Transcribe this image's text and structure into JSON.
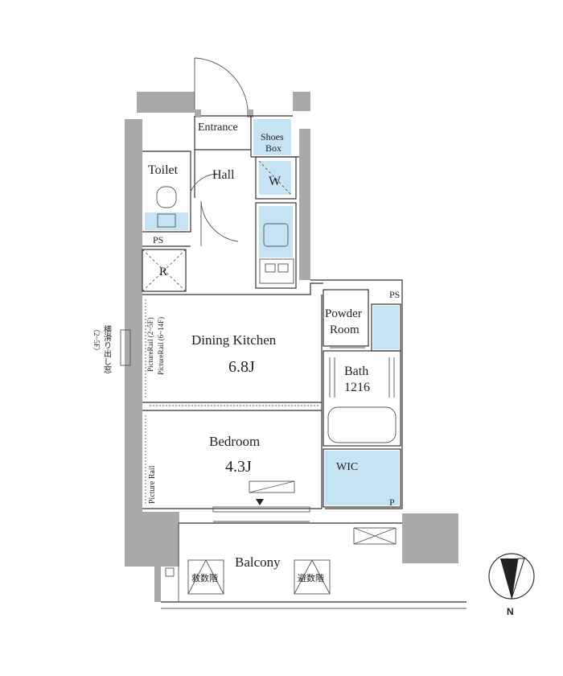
{
  "colors": {
    "wall": "#a9a9a9",
    "accent_blue": "#c5e3f3",
    "line": "#333333"
  },
  "rooms": {
    "entrance": "Entrance",
    "shoes_box_line1": "Shoes",
    "shoes_box_line2": "Box",
    "toilet": "Toilet",
    "hall": "Hall",
    "washer": "W",
    "ps_top": "PS",
    "refrigerator": "R",
    "dining_kitchen": "Dining Kitchen",
    "dining_kitchen_size": "6.8J",
    "powder_room_line1": "Powder",
    "powder_room_line2": "Room",
    "ps_right": "PS",
    "bath": "Bath",
    "bath_size": "1216",
    "bedroom": "Bedroom",
    "bedroom_size": "4.3J",
    "wic": "WIC",
    "p_label": "P",
    "balcony": "Balcony",
    "evac_left": "救数階",
    "evac_right": "避数階"
  },
  "annotations": {
    "picture_rail_dk_1": "PictureRail (2~5F)",
    "picture_rail_dk_2": "PictureRail (6~14F)",
    "picture_rail_bedroom": "Picture Rail",
    "side_note_col1": "横滑り出し窓",
    "side_note_col2": "（2~5F）"
  },
  "compass": {
    "north": "N"
  },
  "icons": [
    "compass-icon",
    "toilet-icon",
    "stove-icon",
    "sink-icon",
    "bathtub-icon",
    "door-swing-icon"
  ]
}
